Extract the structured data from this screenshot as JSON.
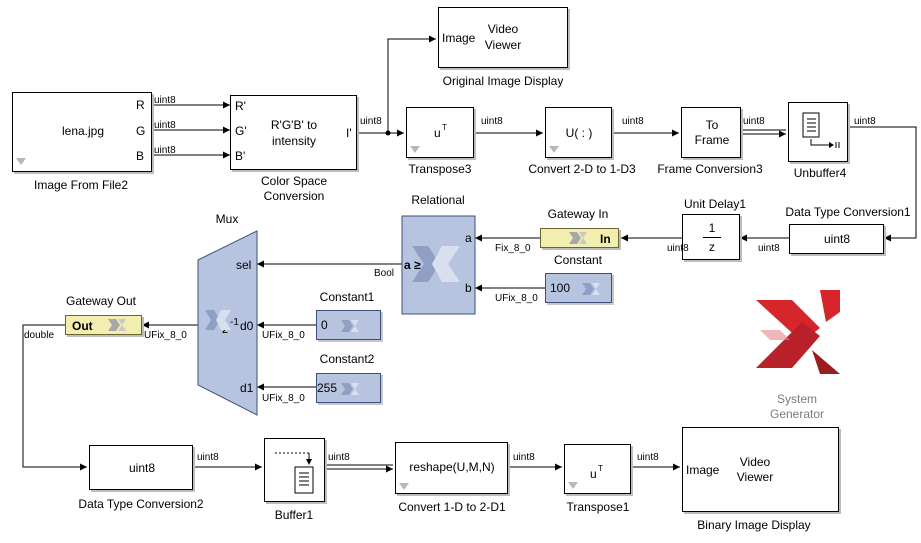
{
  "blocks": {
    "image_from_file": {
      "content": "lena.jpg",
      "name": "Image From File2",
      "ports": [
        "R",
        "G",
        "B"
      ]
    },
    "color_space": {
      "content_line1": "R'G'B' to",
      "content_line2": "intensity",
      "name_line1": "Color Space",
      "name_line2": "Conversion",
      "in_ports": [
        "R'",
        "G'",
        "B'"
      ],
      "out_port": "I'"
    },
    "original_display": {
      "content_left": "Image",
      "content_line1": "Video",
      "content_line2": "Viewer",
      "name": "Original Image Display"
    },
    "transpose3": {
      "content": "u",
      "sup": "T",
      "name": "Transpose3"
    },
    "convert_2d_1d": {
      "content": "U( : )",
      "name": "Convert 2-D to 1-D3"
    },
    "frame_conv": {
      "content_line1": "To",
      "content_line2": "Frame",
      "name": "Frame Conversion3"
    },
    "unbuffer": {
      "name": "Unbuffer4"
    },
    "dtc1": {
      "content": "uint8",
      "name": "Data Type Conversion1"
    },
    "unit_delay": {
      "num": "1",
      "den": "z",
      "name": "Unit Delay1"
    },
    "gateway_in": {
      "label": "In",
      "name": "Gateway In"
    },
    "constant": {
      "value": "100",
      "name": "Constant"
    },
    "relational": {
      "name": "Relational",
      "port_a": "a",
      "port_b": "b",
      "op": "a ≥ b"
    },
    "mux": {
      "name": "Mux",
      "port_sel": "sel",
      "port_d0": "d0",
      "port_d1": "d1",
      "latency_base": "z",
      "latency_exp": "-1"
    },
    "constant1": {
      "value": "0",
      "name": "Constant1"
    },
    "constant2": {
      "value": "255",
      "name": "Constant2"
    },
    "gateway_out": {
      "label": "Out",
      "name": "Gateway Out"
    },
    "dtc2": {
      "content": "uint8",
      "name": "Data Type Conversion2"
    },
    "buffer1": {
      "name": "Buffer1"
    },
    "convert_1d_2d": {
      "content": "reshape(U,M,N)",
      "name": "Convert 1-D to 2-D1"
    },
    "transpose1": {
      "content": "u",
      "sup": "T",
      "name": "Transpose1"
    },
    "binary_display": {
      "content_left": "Image",
      "content_line1": "Video",
      "content_line2": "Viewer",
      "name": "Binary Image Display"
    }
  },
  "signals": {
    "r": "uint8",
    "g": "uint8",
    "b": "uint8",
    "i": "uint8",
    "transpose3_out": "uint8",
    "convert_out": "uint8",
    "frame_out": "uint8",
    "unbuffer_out": "uint8",
    "dtc1_out": "uint8",
    "delay_out": "uint8",
    "gateway_in_out": "Fix_8_0",
    "constant_out": "UFix_8_0",
    "relational_out": "Bool",
    "constant1_out": "UFix_8_0",
    "constant2_out": "UFix_8_0",
    "mux_out": "UFix_8_0",
    "gateway_out_out": "double",
    "dtc2_out": "uint8",
    "buffer_out": "uint8",
    "reshape_out": "uint8",
    "transpose1_out": "uint8"
  },
  "logo": {
    "line1": "System",
    "line2": "Generator",
    "colors": {
      "red": "#d6262b",
      "dark_red": "#9c1b1f",
      "gray_text": "#7a7a7a"
    }
  },
  "colors": {
    "xilinx_block": "#b7c4df",
    "gateway_block": "#f1eeb0"
  }
}
